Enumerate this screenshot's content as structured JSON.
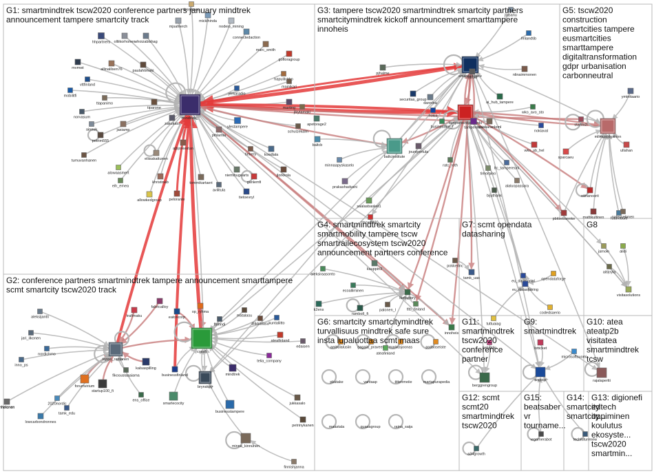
{
  "groups": [
    {
      "id": "G1",
      "terms": "G1: smartmindtrek tscw2020 conference partners january mindtrek announcement tampere smartcity track"
    },
    {
      "id": "G3",
      "terms": "G3: tampere tscw2020 smartmindtrek smartcity partners smartcitymindtrek kickoff announcement smarttampere innoheis"
    },
    {
      "id": "G5",
      "terms": "G5: tscw2020 construction smartcities tampere eusmartcities smarttampere digitaltransformation gdpr urbanisation carbonneutral"
    },
    {
      "id": "G4",
      "terms": "G4: smartmindtrek smartcity smartmobility tampere tscw smartrailecosystem tscw2020 announcement partners conference"
    },
    {
      "id": "G7",
      "terms": "G7: scmt opendata datasharing"
    },
    {
      "id": "G8",
      "terms": "G8"
    },
    {
      "id": "G2",
      "terms": "G2: conference partners smartmindtrek tampere announcement smarttampere scmt smartcity tscw2020 track"
    },
    {
      "id": "G6",
      "terms": "G6: smartcity smartcitymindtrek turvallisuus mindtrek safe sure insta lupaluottaa scmt maas"
    },
    {
      "id": "G11",
      "terms": "G11: smartmindtrek tscw2020 conference partner"
    },
    {
      "id": "G9",
      "terms": "G9: smartmindtrek"
    },
    {
      "id": "G10",
      "terms": "G10: atea ateatp2b visitatea smartmindtrek tcsw"
    },
    {
      "id": "G12",
      "terms": "G12: scmt scmt20 smartmindtrek tscw2020"
    },
    {
      "id": "G15",
      "terms": "G15: beatsaber vr tourname..."
    },
    {
      "id": "G14",
      "terms": "G14: smartcity smartcity..."
    },
    {
      "id": "G13",
      "terms": "G13: digionefi edtech oppiminen koulutus ekosyste... tscw2020 smartmin..."
    }
  ],
  "nodes": [
    {
      "id": "n1",
      "label": "hhpartners",
      "color": "#3a4a7a"
    },
    {
      "id": "n2",
      "label": "olliikorhonen",
      "color": "#8a8f99"
    },
    {
      "id": "n3",
      "label": "whoizabishag",
      "color": "#6b7b8c"
    },
    {
      "id": "n4",
      "label": "mjsahlerch",
      "color": "#9aa3ad"
    },
    {
      "id": "n5",
      "label": "tkontuaus",
      "color": "#c9a96e"
    },
    {
      "id": "n6",
      "label": "micklhinda",
      "color": "#7a9ab8"
    },
    {
      "id": "n7",
      "label": "nodeio_mining",
      "color": "#b1b9c2"
    },
    {
      "id": "n8",
      "label": "connectedaction",
      "color": "#5d88a8"
    },
    {
      "id": "n9",
      "label": "marc_smith",
      "color": "#8b6a4f"
    },
    {
      "id": "n10",
      "label": "gofloragroup",
      "color": "#c0392b"
    },
    {
      "id": "n11",
      "label": "hapulilukko",
      "color": "#a36b3d"
    },
    {
      "id": "n12",
      "label": "mainikari",
      "color": "#6f5b4a"
    },
    {
      "id": "n13",
      "label": "mindtrek_",
      "color": "#3b2d6b"
    },
    {
      "id": "n14",
      "label": "mvmwt",
      "color": "#2d3a4d"
    },
    {
      "id": "n15",
      "label": "allinalilsen76",
      "color": "#99735a"
    },
    {
      "id": "n16",
      "label": "paulahtimaki",
      "color": "#5f4a3b"
    },
    {
      "id": "n17",
      "label": "vttfinland",
      "color": "#1f4e8c"
    },
    {
      "id": "n18",
      "label": "mobilitfi",
      "color": "#1a5aa6"
    },
    {
      "id": "n19",
      "label": "ttapanimo",
      "color": "#7b6b5a"
    },
    {
      "id": "n20",
      "label": "tiparone",
      "color": "#6a4f3c"
    },
    {
      "id": "n21",
      "label": "norvasum",
      "color": "#4a5a6a"
    },
    {
      "id": "n22",
      "label": "jasiamp",
      "color": "#8a7060"
    },
    {
      "id": "n23",
      "label": "ainouk",
      "color": "#7e8b99"
    },
    {
      "id": "n24",
      "label": "petrim555",
      "color": "#5a4a40"
    },
    {
      "id": "n25",
      "label": "tumuvanhanen",
      "color": "#6c5545"
    },
    {
      "id": "n26",
      "label": "alowaasmert",
      "color": "#9bbf5a"
    },
    {
      "id": "n27",
      "label": "eih_emea",
      "color": "#6a8a5a"
    },
    {
      "id": "n28",
      "label": "allowkedgroup",
      "color": "#d9c44a"
    },
    {
      "id": "n29",
      "label": "khristinab",
      "color": "#9a6a5a"
    },
    {
      "id": "n30",
      "label": "pelorante",
      "color": "#a04a3a"
    },
    {
      "id": "n31",
      "label": "tommikartaeri",
      "color": "#7a6a5a"
    },
    {
      "id": "n32",
      "label": "avilitula",
      "color": "#5a6a7a"
    },
    {
      "id": "n33",
      "label": "ylestampere",
      "color": "#2b6bb5"
    },
    {
      "id": "n34",
      "label": "pihlamia",
      "color": "#8a6a6a"
    },
    {
      "id": "n35",
      "label": "zakukato",
      "color": "#5a5a6a"
    },
    {
      "id": "n36",
      "label": "eliisakattunen",
      "color": "#9a8a7a"
    },
    {
      "id": "n37",
      "label": "niemihugearts",
      "color": "#6a7a6a"
    },
    {
      "id": "n38",
      "label": "ylekaradio",
      "color": "#2a5a9a"
    },
    {
      "id": "n39",
      "label": "tiekery",
      "color": "#7a5a4a"
    },
    {
      "id": "n40",
      "label": "koodlala",
      "color": "#4a6a8a"
    },
    {
      "id": "n41",
      "label": "jlorkkola",
      "color": "#6a4a3a"
    },
    {
      "id": "n42",
      "label": "ganlemfi",
      "color": "#c83a3a"
    },
    {
      "id": "n43",
      "label": "tietoevryl",
      "color": "#2a4a8a"
    },
    {
      "id": "n44",
      "label": "marting",
      "color": "#5a4a6a"
    },
    {
      "id": "n45",
      "label": "jlkytamaki",
      "color": "#7a6a4a"
    },
    {
      "id": "n46",
      "label": "schulzekalm",
      "color": "#6a5a4a"
    },
    {
      "id": "n47",
      "label": "apetorage2",
      "color": "#4a7a6a"
    },
    {
      "id": "n48",
      "label": "ajbjorkestan",
      "color": "#8a5a4a"
    },
    {
      "id": "n49",
      "label": "pjhalme",
      "color": "#5a6a5a"
    },
    {
      "id": "n50",
      "label": "securitas_group",
      "color": "#1a3a6a"
    },
    {
      "id": "n51",
      "label": "dannina",
      "color": "#6a7a8a"
    },
    {
      "id": "n52",
      "label": "nokia",
      "color": "#1245a0"
    },
    {
      "id": "n53",
      "label": "businesstre_f",
      "color": "#3a8a5a"
    },
    {
      "id": "n54",
      "label": "smarttampere",
      "color": "#0f2f5f"
    },
    {
      "id": "n55",
      "label": "hartter",
      "color": "#5a5a5a"
    },
    {
      "id": "n56",
      "label": "ai_hub_tampere",
      "color": "#2a6a4a"
    },
    {
      "id": "n57",
      "label": "tampereenkaupunki",
      "color": "#c22"
    },
    {
      "id": "n58",
      "label": "ravasaranleml",
      "color": "#7a6a5a"
    },
    {
      "id": "n59",
      "label": "tampereuni",
      "color": "#6a2a8a"
    },
    {
      "id": "n60",
      "label": "nokiaval",
      "color": "#2a4a9a"
    },
    {
      "id": "n61",
      "label": "wko_avo_sto",
      "color": "#3a7a4a"
    },
    {
      "id": "n62",
      "label": "wko_sb_hel",
      "color": "#c23a3a"
    },
    {
      "id": "n63",
      "label": "ltc_tampereuni",
      "color": "#4a6a9a"
    },
    {
      "id": "n64",
      "label": "baltcinstitute",
      "color": "#4a9a8a"
    },
    {
      "id": "n65",
      "label": "jounipertula",
      "color": "#6a5a6a"
    },
    {
      "id": "n66",
      "label": "ratc_roth",
      "color": "#5a7a5a"
    },
    {
      "id": "n67",
      "label": "timoraino",
      "color": "#7a8a6a"
    },
    {
      "id": "n68",
      "label": "bijuthank",
      "color": "#4a5a4a"
    },
    {
      "id": "n69",
      "label": "alaluopassara",
      "color": "#8a7a6a"
    },
    {
      "id": "n70",
      "label": "minnaapyskaselo",
      "color": "#6a8aaa"
    },
    {
      "id": "n71",
      "label": "baltcb",
      "color": "#4a8aaa"
    },
    {
      "id": "n72",
      "label": "prakashadvani",
      "color": "#7a6a8a"
    },
    {
      "id": "n73",
      "label": "saalasbasket1",
      "color": "#6a9a5a"
    },
    {
      "id": "n74",
      "label": "tscw2020",
      "color": "#c33"
    },
    {
      "id": "n75",
      "label": "yminitaario",
      "color": "#5a6a8a"
    },
    {
      "id": "n76",
      "label": "starduzi",
      "color": "#9a4a5a"
    },
    {
      "id": "n77",
      "label": "mllmusikkoiinen",
      "color": "#b86a6a"
    },
    {
      "id": "n78",
      "label": "sparcaeu",
      "color": "#d84a4a"
    },
    {
      "id": "n79",
      "label": "ullahan",
      "color": "#c84a4a"
    },
    {
      "id": "n80",
      "label": "ntinanoorit",
      "color": "#b82a2a"
    },
    {
      "id": "n81",
      "label": "mattikultinen",
      "color": "#8a3a3a"
    },
    {
      "id": "n82",
      "label": "futurebuilt",
      "color": "#4a7a9a"
    },
    {
      "id": "n83",
      "label": "finlandtib",
      "color": "#2a6aaa"
    },
    {
      "id": "n84",
      "label": "nlinaimmonen",
      "color": "#7a5a4a"
    },
    {
      "id": "n85",
      "label": "jtasanu",
      "color": "#8a9aaa"
    },
    {
      "id": "n86",
      "label": "tappo_rantanen",
      "color": "#5a6a7a"
    },
    {
      "id": "n87",
      "label": "cossfi",
      "color": "#2a9a3a"
    },
    {
      "id": "n88",
      "label": "brynskoy",
      "color": "#3a4a5a"
    },
    {
      "id": "n89",
      "label": "businessfinland",
      "color": "#1a3a8a"
    },
    {
      "id": "n90",
      "label": "startup100_fi",
      "color": "#3a3a3a"
    },
    {
      "id": "n91",
      "label": "forumvirium",
      "color": "#e07020"
    },
    {
      "id": "n92",
      "label": "kalsaspilling",
      "color": "#2a3a6a"
    },
    {
      "id": "n93",
      "label": "businesstampere",
      "color": "#2a6aaa"
    },
    {
      "id": "n94",
      "label": "minna_kinnunen",
      "color": "#7a6a5a"
    },
    {
      "id": "n95",
      "label": "jukkasalo",
      "color": "#6a5a4a"
    },
    {
      "id": "n96",
      "label": "petrinykanen",
      "color": "#5a4a3a"
    },
    {
      "id": "n97",
      "label": "finnishjanna",
      "color": "#8a7a6a"
    },
    {
      "id": "n98",
      "label": "2020nordic",
      "color": "#4a8aba"
    },
    {
      "id": "n99",
      "label": "lowcarbondronnes",
      "color": "#3a7aaa"
    },
    {
      "id": "n100",
      "label": "tamk_edu",
      "color": "#3a5a8a"
    },
    {
      "id": "n101",
      "label": "inno_ps",
      "color": "#4a6a8a"
    },
    {
      "id": "n102",
      "label": "jari_ilkonen",
      "color": "#5a6a7a"
    },
    {
      "id": "n103",
      "label": "aleksijantti",
      "color": "#6a7a8a"
    },
    {
      "id": "n104",
      "label": "nordichmo",
      "color": "#3a6a9a"
    },
    {
      "id": "n105",
      "label": "hhelonen",
      "color": "#5a4a5a"
    },
    {
      "id": "n106",
      "label": "ateafinland",
      "color": "#c23a2a"
    },
    {
      "id": "n107",
      "label": "telia_company",
      "color": "#8a2a9a"
    },
    {
      "id": "n108",
      "label": "edaisen",
      "color": "#6a5a6a"
    },
    {
      "id": "n109",
      "label": "mindtrek",
      "color": "#3b2d6b"
    },
    {
      "id": "n110",
      "label": "smartecocity",
      "color": "#4a8a6a"
    },
    {
      "id": "n111",
      "label": "ens_office",
      "color": "#3a6a4a"
    },
    {
      "id": "n112",
      "label": "kuntaliitto",
      "color": "#2a5a9a"
    },
    {
      "id": "n113",
      "label": "diikkialasu",
      "color": "#6a4a3a"
    },
    {
      "id": "n114",
      "label": "matalasu",
      "color": "#5a4a3a"
    },
    {
      "id": "n115",
      "label": "fbmndi",
      "color": "#4a5a6a"
    },
    {
      "id": "n116",
      "label": "op_ryhma",
      "color": "#e06a1a"
    },
    {
      "id": "n117",
      "label": "eatoncorp",
      "color": "#1a4a8a"
    },
    {
      "id": "n118",
      "label": "fabricalloy",
      "color": "#8a3a6a"
    },
    {
      "id": "n119",
      "label": "trafimaku",
      "color": "#c83a4a"
    },
    {
      "id": "n120",
      "label": "fikosuslaaaiama",
      "color": "#5a6a5a"
    },
    {
      "id": "n121",
      "label": "aleksiraasonto",
      "color": "#4a8a5a"
    },
    {
      "id": "n122",
      "label": "kauppin3",
      "color": "#5a7a6a"
    },
    {
      "id": "n123",
      "label": "ecoalliminen",
      "color": "#3a7a5a"
    },
    {
      "id": "n124",
      "label": "k2ens",
      "color": "#2a6a5a"
    },
    {
      "id": "n125",
      "label": "rambolI_fi",
      "color": "#2a5a4a"
    },
    {
      "id": "n126",
      "label": "palonen_l",
      "color": "#6a5a4a"
    },
    {
      "id": "n127",
      "label": "ltiefactory",
      "color": "#3a6a4a"
    },
    {
      "id": "n128",
      "label": "tlts_finland",
      "color": "#5a8a5a"
    },
    {
      "id": "n129",
      "label": "innoheis",
      "color": "#3a7a4a"
    },
    {
      "id": "n130",
      "label": "tamk_uas",
      "color": "#3a5a8a"
    },
    {
      "id": "n131",
      "label": "pokkerinc",
      "color": "#6a5a4a"
    },
    {
      "id": "n132",
      "label": "eu_dataportal",
      "color": "#2a4a9a"
    },
    {
      "id": "n133",
      "label": "opendataforge",
      "color": "#e0a020"
    },
    {
      "id": "n134",
      "label": "eu_datasharing",
      "color": "#2a4a9a"
    },
    {
      "id": "n135",
      "label": "tuttuaiag",
      "color": "#e0c040"
    },
    {
      "id": "n136",
      "label": "codedsaerio",
      "color": "#e0b030"
    },
    {
      "id": "n137",
      "label": "jamoin",
      "color": "#9a9a5a"
    },
    {
      "id": "n138",
      "label": "alidi",
      "color": "#8aaa4a"
    },
    {
      "id": "n139",
      "label": "aiti|oyla",
      "color": "#6a6a4a"
    },
    {
      "id": "n140",
      "label": "visitasolutions",
      "color": "#9aaa5a"
    },
    {
      "id": "n141",
      "label": "berggrengroup",
      "color": "#3a6a4a"
    },
    {
      "id": "n142",
      "label": "tiebiddin",
      "color": "#d04a8a"
    },
    {
      "id": "n143",
      "label": "lotticket",
      "color": "#c03a5a"
    },
    {
      "id": "n144",
      "label": "microsoftsuomi",
      "color": "#3a8acc"
    },
    {
      "id": "n145",
      "label": "wapice",
      "color": "#1a4a9a"
    },
    {
      "id": "n146",
      "label": "rajalapertti",
      "color": "#8a5a5a"
    },
    {
      "id": "n147",
      "label": "a34growth",
      "color": "#3a6a6a"
    },
    {
      "id": "n148",
      "label": "vrgamerabot",
      "color": "#4a4a4a"
    },
    {
      "id": "n149",
      "label": "techfuturenew",
      "color": "#3a5a7a"
    },
    {
      "id": "n150",
      "label": "ambulalusiin",
      "color": "#e08a20"
    },
    {
      "id": "n151",
      "label": "gagaia_praveen",
      "color": "#e08a20"
    },
    {
      "id": "n152",
      "label": "markusjoonas",
      "color": "#e08a20"
    },
    {
      "id": "n153",
      "label": "podsoseiste",
      "color": "#e08a20"
    },
    {
      "id": "n154",
      "label": "pkatake",
      "color": "#e08a20"
    },
    {
      "id": "n155",
      "label": "vantaap",
      "color": "#e08a20"
    },
    {
      "id": "n156",
      "label": "tittenmeiie",
      "color": "#e08a20"
    },
    {
      "id": "n157",
      "label": "martapurapedia",
      "color": "#e08a20"
    },
    {
      "id": "n158",
      "label": "maastala",
      "color": "#e08a20"
    },
    {
      "id": "n159",
      "label": "quasagroup",
      "color": "#e08a20"
    },
    {
      "id": "n160",
      "label": "raina_saija",
      "color": "#e08a20"
    },
    {
      "id": "n161",
      "label": "ateafinland",
      "color": "#5aaa5a"
    },
    {
      "id": "n162",
      "label": "pbitsebannke",
      "color": "#a03a3a"
    },
    {
      "id": "n163",
      "label": "nalesselanen",
      "color": "#7a6a5a"
    },
    {
      "id": "n164",
      "label": "hhelonen",
      "color": "#6a6a6a"
    }
  ]
}
